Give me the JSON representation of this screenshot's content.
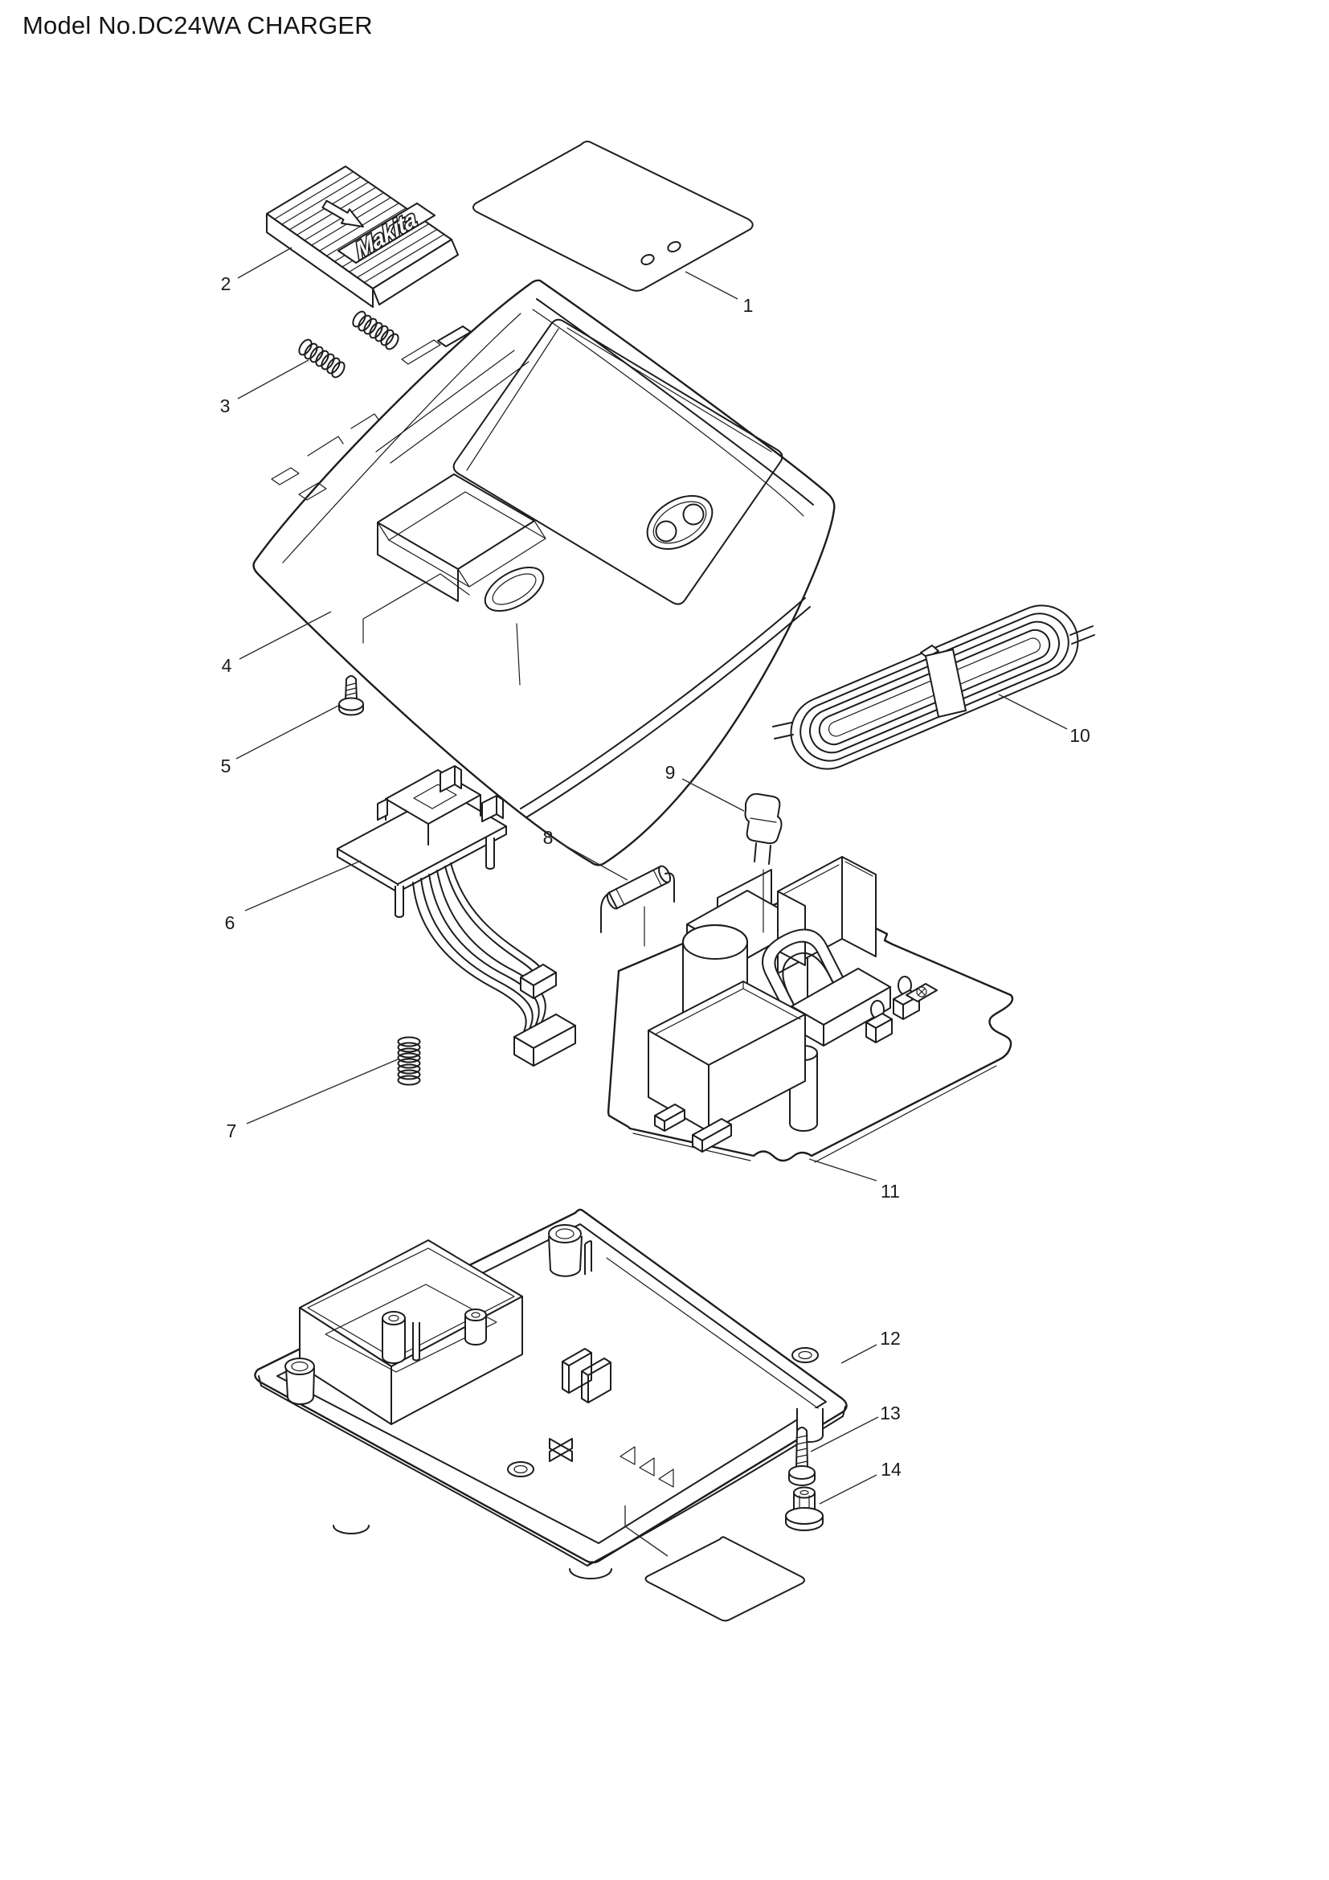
{
  "page": {
    "title": "Model No.DC24WA CHARGER"
  },
  "diagram": {
    "type": "exploded parts diagram",
    "brand_logo_text": "Makita",
    "colors": {
      "line": "#1d1d1d",
      "background": "#ffffff"
    },
    "callouts": [
      {
        "label": "1"
      },
      {
        "label": "2"
      },
      {
        "label": "3"
      },
      {
        "label": "4"
      },
      {
        "label": "5"
      },
      {
        "label": "6"
      },
      {
        "label": "7"
      },
      {
        "label": "8"
      },
      {
        "label": "9"
      },
      {
        "label": "10"
      },
      {
        "label": "11"
      },
      {
        "label": "12"
      },
      {
        "label": "13"
      },
      {
        "label": "14"
      }
    ]
  }
}
